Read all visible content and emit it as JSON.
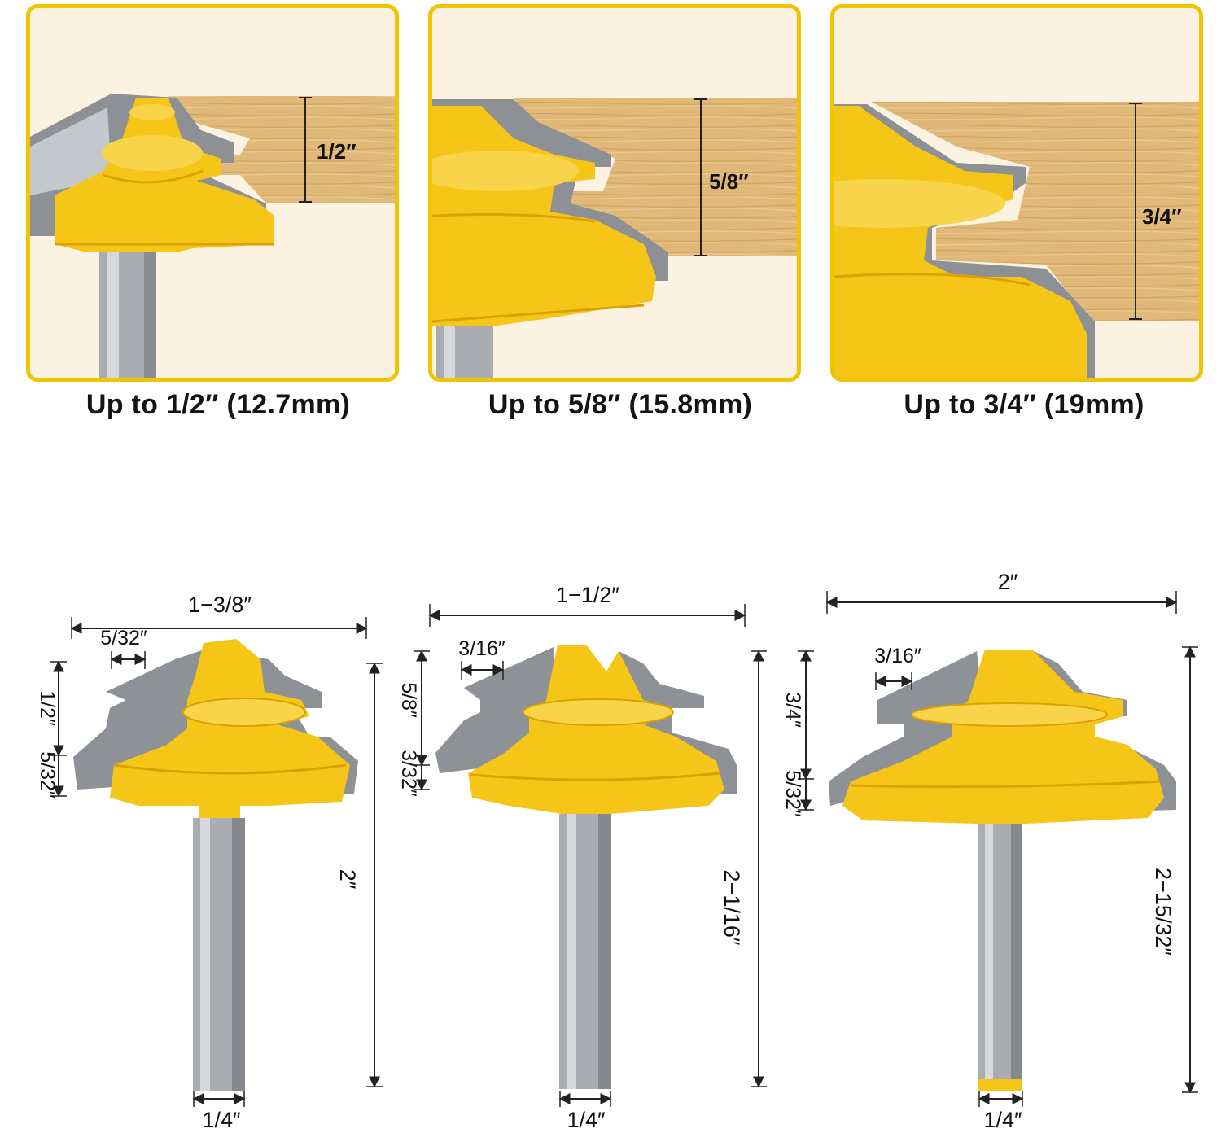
{
  "colors": {
    "frame": "#f0c400",
    "bit_yellow": "#f5c518",
    "bit_yellow_dark": "#d9a200",
    "carbide": "#8d9094",
    "shank": "#a9acb0",
    "wood": "#e0b878",
    "wood_grain": "#c9974f",
    "dim_line": "#222222"
  },
  "panels": [
    {
      "height_label": "1/2″",
      "caption": "Up to 1/2″ (12.7mm)"
    },
    {
      "height_label": "5/8″",
      "caption": "Up to 5/8″ (15.8mm)"
    },
    {
      "height_label": "3/4″",
      "caption": "Up to 3/4″ (19mm)"
    }
  ],
  "bits": [
    {
      "width": "1−3/8″",
      "tongue": "5/32″",
      "cut_height": "1/2″",
      "bottom_step": "5/32″",
      "length": "2″",
      "shank": "1/4″"
    },
    {
      "width": "1−1/2″",
      "tongue": "3/16″",
      "cut_height": "5/8″",
      "bottom_step": "3/32″",
      "length": "2−1/16″",
      "shank": "1/4″"
    },
    {
      "width": "2″",
      "tongue": "3/16″",
      "cut_height": "3/4″",
      "bottom_step": "5/32″",
      "length": "2−15/32″",
      "shank": "1/4″"
    }
  ]
}
